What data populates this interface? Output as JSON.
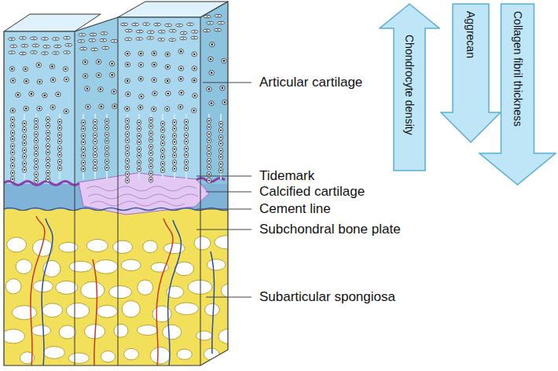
{
  "diagram": {
    "nodes": [
      {
        "text": [
          "Chondrocyte density"
        ]
      },
      {
        "text": [
          "Aggrecan"
        ]
      },
      {
        "text": [
          "Collagen fibril thickness"
        ]
      }
    ],
    "labels": [
      "Articular cartilage",
      "Tidemark",
      "Calcified cartilage",
      "Cement line",
      "Subchondral bone plate",
      "Subarticular spongiosa"
    ]
  }
}
